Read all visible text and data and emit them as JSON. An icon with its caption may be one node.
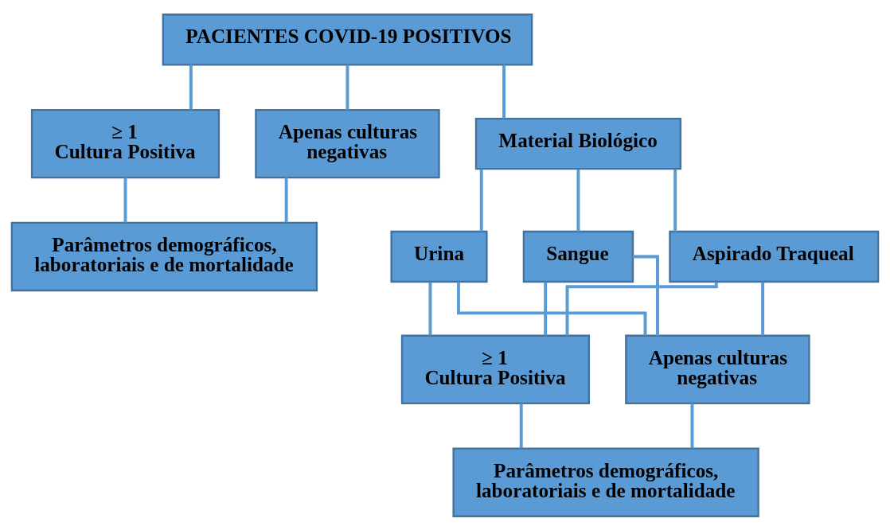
{
  "diagram": {
    "nodes": [
      {
        "text": [
          "PACIENTES COVID-19 POSITIVOS"
        ]
      },
      {
        "text": [
          "Apenas culturas negativas"
        ]
      },
      {
        "text": [
          "≥ 1 Cultura Positiva"
        ]
      },
      {
        "text": [
          "Parâmetros demográficos, laboratoriais e de mortalidade"
        ]
      },
      {
        "text": [
          "Material Biológico"
        ]
      },
      {
        "text": [
          "Urina"
        ]
      },
      {
        "text": [
          "Sangue"
        ]
      },
      {
        "text": [
          "Aspirado Traqueal"
        ]
      },
      {
        "text": [
          "≥ 1 Cultura Positiva"
        ]
      },
      {
        "text": [
          "Apenas culturas negativas"
        ]
      },
      {
        "text": [
          "Parâmetros demográficos, laboratoriais e de mortalidade"
        ]
      }
    ],
    "edges": [
      {
        "from": 0,
        "to": 1,
        "arrow": "none"
      },
      {
        "from": 0,
        "to": 2,
        "arrow": "none"
      },
      {
        "from": 0,
        "to": 4,
        "arrow": "none"
      },
      {
        "from": 1,
        "to": 3,
        "arrow": "none"
      },
      {
        "from": 2,
        "to": 3,
        "arrow": "none"
      },
      {
        "from": 4,
        "to": 5,
        "arrow": "none"
      },
      {
        "from": 4,
        "to": 6,
        "arrow": "none"
      },
      {
        "from": 4,
        "to": 7,
        "arrow": "none"
      },
      {
        "from": 5,
        "to": 8,
        "arrow": "none"
      },
      {
        "from": 5,
        "to": 9,
        "arrow": "none"
      },
      {
        "from": 6,
        "to": 8,
        "arrow": "none"
      },
      {
        "from": 6,
        "to": 9,
        "arrow": "none"
      },
      {
        "from": 7,
        "to": 8,
        "arrow": "none"
      },
      {
        "from": 7,
        "to": 9,
        "arrow": "none"
      },
      {
        "from": 8,
        "to": 10,
        "arrow": "none"
      },
      {
        "from": 9,
        "to": 10,
        "arrow": "none"
      }
    ]
  }
}
